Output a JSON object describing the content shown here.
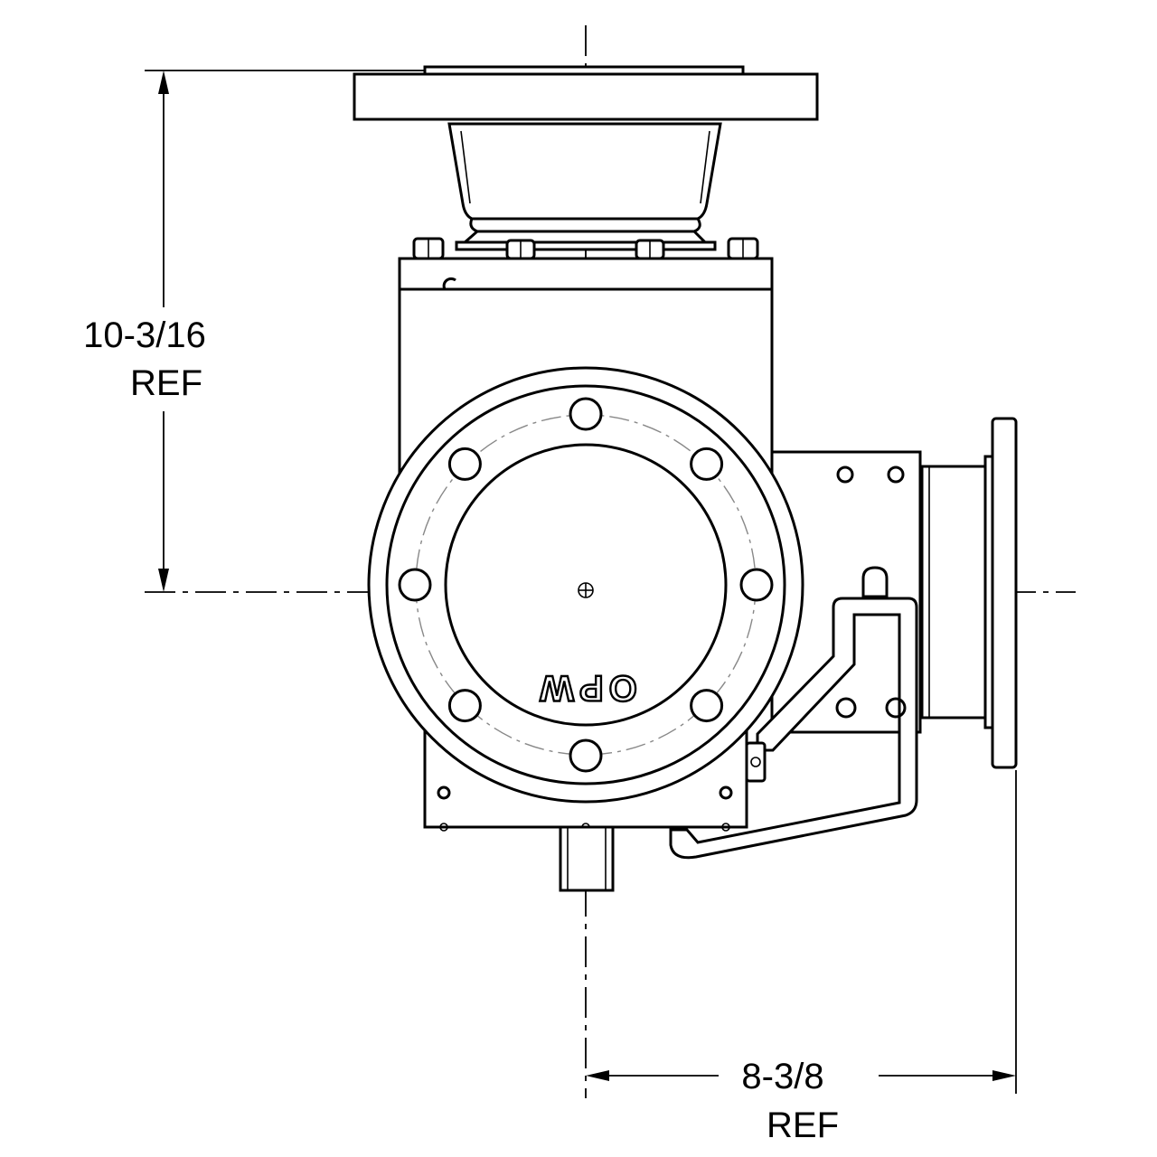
{
  "dimensions": {
    "vertical": {
      "value": "10-3/16",
      "note": "REF"
    },
    "horizontal": {
      "value": "8-3/8",
      "note": "REF"
    }
  },
  "logo": {
    "text": "OPW"
  },
  "colors": {
    "line": "#000000",
    "background": "#ffffff"
  }
}
